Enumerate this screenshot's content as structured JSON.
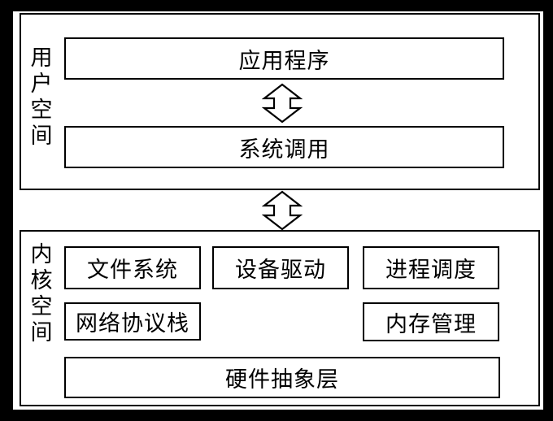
{
  "user_space": {
    "label_chars": [
      "用",
      "户",
      "空",
      "间"
    ],
    "application": "应用程序",
    "syscall": "系统调用"
  },
  "kernel_space": {
    "label_chars": [
      "内",
      "核",
      "空",
      "间"
    ],
    "file_system": "文件系统",
    "device_driver": "设备驱动",
    "process_scheduling": "进程调度",
    "network_stack": "网络协议栈",
    "memory_management": "内存管理",
    "hal": "硬件抽象层"
  }
}
